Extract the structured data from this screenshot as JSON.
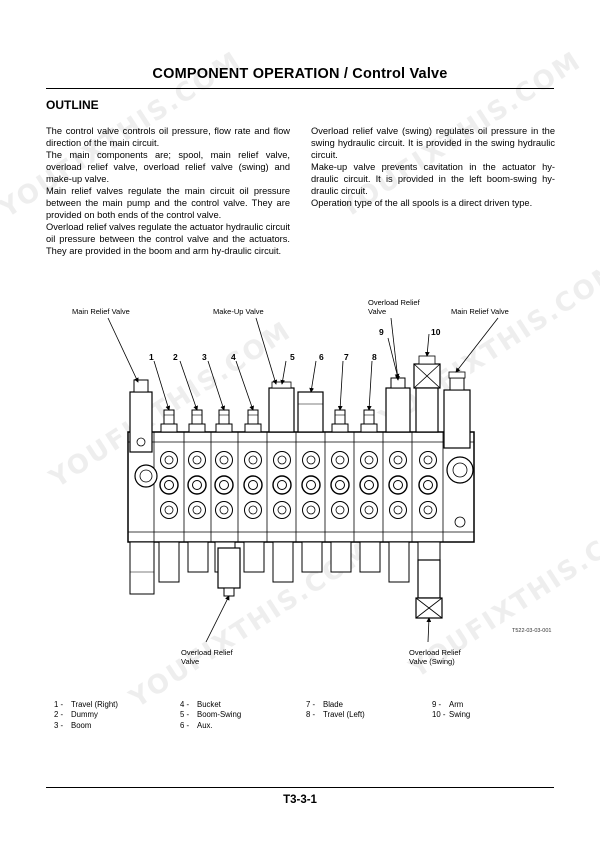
{
  "header": {
    "title": "COMPONENT OPERATION / Control Valve"
  },
  "section": {
    "title": "OUTLINE"
  },
  "body": {
    "left": [
      "The control valve controls oil pressure, flow rate and flow direction of the main circuit.",
      "The main components are; spool, main relief valve, overload relief valve, overload relief valve (swing) and make-up valve.",
      "Main relief valves regulate the main circuit oil pressure between the main pump and the control valve. They are provided on both ends of the control valve.",
      "Overload relief valves regulate the actuator hydraulic circuit oil pressure between the control valve and the actuators. They are provided in the boom and arm hy-draulic circuit."
    ],
    "right": [
      "Overload relief valve (swing) regulates oil pressure in the swing hydraulic circuit. It is provided in the swing hydraulic circuit.",
      "Make-up valve prevents cavitation in the actuator hy-draulic circuit. It is provided in the left boom-swing hy-draulic circuit.",
      "Operation type of the all spools is a direct driven type."
    ]
  },
  "figure": {
    "callouts": {
      "main_relief_left": "Main Relief Valve",
      "make_up": "Make-Up Valve",
      "overload_top_1": "Overload Relief",
      "overload_top_2": "Valve",
      "main_relief_right": "Main Relief Valve",
      "overload_bottom_1": "Overload Relief",
      "overload_bottom_2": "Valve",
      "overload_swing_1": "Overload Relief",
      "overload_swing_2": "Valve (Swing)"
    },
    "numbers": [
      "1",
      "2",
      "3",
      "4",
      "5",
      "6",
      "7",
      "8",
      "9",
      "10"
    ],
    "code": "T522-03-03-001"
  },
  "legend": [
    [
      {
        "n": "1 -",
        "label": "Travel (Right)"
      },
      {
        "n": "2 -",
        "label": "Dummy"
      },
      {
        "n": "3 -",
        "label": "Boom"
      }
    ],
    [
      {
        "n": "4 -",
        "label": "Bucket"
      },
      {
        "n": "5 -",
        "label": "Boom-Swing"
      },
      {
        "n": "6 -",
        "label": "Aux."
      }
    ],
    [
      {
        "n": "7 -",
        "label": "Blade"
      },
      {
        "n": "8 -",
        "label": "Travel (Left)"
      }
    ],
    [
      {
        "n": "9 -",
        "label": "Arm"
      },
      {
        "n": "10 -",
        "label": "Swing"
      }
    ]
  ],
  "footer": {
    "page": "T3-3-1"
  },
  "watermark": [
    "YOUFIXTHIS.COM",
    "YOUFIXTHIS.COM",
    "YOUFIXTHIS.COM",
    "YOUFIXTHIS.COM",
    "YOUFIXTHIS.COM",
    "YOUFIXTHIS.COM"
  ]
}
